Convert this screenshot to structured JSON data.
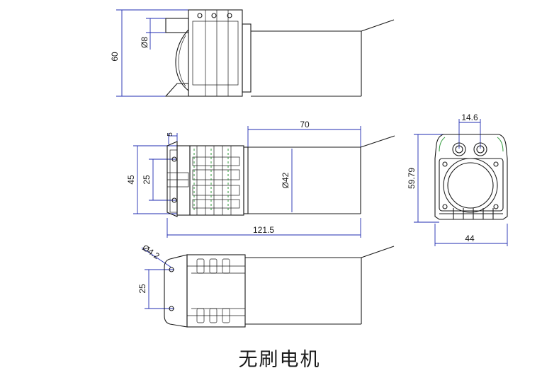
{
  "caption": "无刷电机",
  "dimensions": {
    "top_height": "60",
    "top_shaft_dia": "Ø8",
    "front_body_length": "70",
    "front_height": "45",
    "front_hole_spacing": "25",
    "front_slot": "5",
    "front_dia": "Ø42",
    "front_total_length": "121.5",
    "side_hole_spacing": "14.6",
    "side_height": "59.79",
    "side_width": "44",
    "bottom_hole_dia": "Ø4.2",
    "bottom_hole_spacing": "25"
  }
}
